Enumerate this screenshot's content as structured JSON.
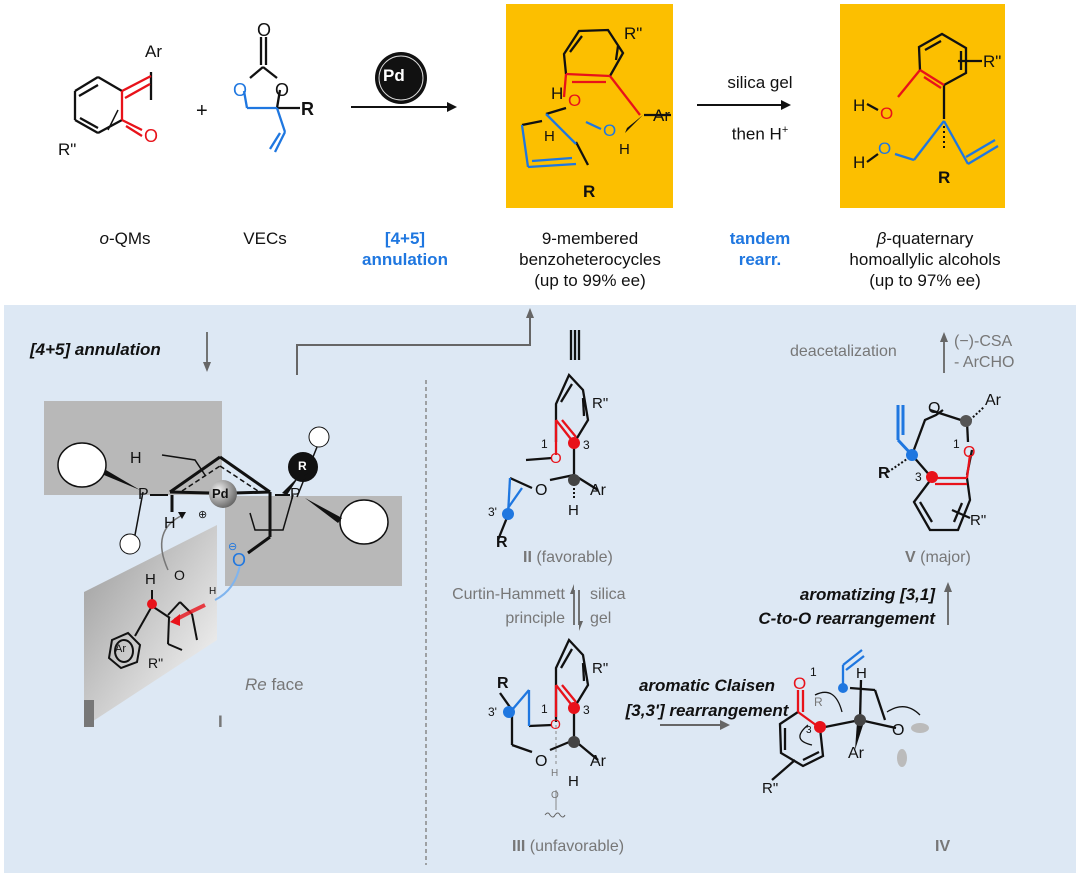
{
  "top_scheme": {
    "reactant1": {
      "label_prefix": "o",
      "label_suffix": "-QMs",
      "substituents": [
        "Ar",
        "R\"",
        "O"
      ]
    },
    "plus": "+",
    "reactant2": {
      "label": "VECs",
      "substituents": [
        "O",
        "O",
        "O",
        "R"
      ]
    },
    "catalyst": "Pd",
    "step1": {
      "line1": "[4+5]",
      "line2": "annulation"
    },
    "product1": {
      "line1": "9-membered",
      "line2": "benzoheterocycles",
      "line3": "(up to 99% ee)",
      "atoms": [
        "R\"",
        "H",
        "O",
        "H",
        "O",
        "H",
        "Ar",
        "R"
      ]
    },
    "conditions2": {
      "line1": "silica gel",
      "line2": "then H",
      "line2_sup": "+"
    },
    "step2": {
      "line1": "tandem",
      "line2": "rearr."
    },
    "product2": {
      "line1_prefix": "β",
      "line1_suffix": "-quaternary",
      "line2": "homoallylic alcohols",
      "line3": "(up to 97% ee)",
      "atoms": [
        "H",
        "O",
        "R\"",
        "H",
        "O",
        "R"
      ]
    }
  },
  "mechanism": {
    "annulation_label": "[4+5] annulation",
    "intermediate_I": {
      "label": "I",
      "atoms": [
        "H",
        "P",
        "H",
        "Pd",
        "P",
        "R",
        "O",
        "H",
        "O",
        "H",
        "Ar",
        "R\""
      ],
      "charge_plus": "⊕",
      "charge_minus": "⊖",
      "face": "Re",
      "face_suffix": " face"
    },
    "intermediate_II": {
      "numeral": "II",
      "desc": " (favorable)",
      "atoms": [
        "R\"",
        "1",
        "O",
        "3",
        "O",
        "Ar",
        "H",
        "3'",
        "R"
      ]
    },
    "equilibrium": {
      "left1": "Curtin-Hammett",
      "left2": "principle",
      "right1": "silica",
      "right2": "gel"
    },
    "intermediate_III": {
      "numeral": "III",
      "desc": " (unfavorable)",
      "atoms": [
        "R",
        "3'",
        "1",
        "O",
        "3",
        "R\"",
        "O",
        "H",
        "Ar",
        "H",
        "O"
      ]
    },
    "claisen": {
      "line1": "aromatic Claisen",
      "line2": "[3,3'] rearrangement"
    },
    "intermediate_IV": {
      "numeral": "IV",
      "atoms": [
        "O",
        "1",
        "R",
        "H",
        "3",
        "Ar",
        "O",
        "R\""
      ]
    },
    "rearr31": {
      "line1": "aromatizing [3,1]",
      "line2": "C-to-O rearrangement"
    },
    "intermediate_V": {
      "numeral": "V",
      "desc": " (major)",
      "atoms": [
        "O",
        "Ar",
        "1",
        "O",
        "R",
        "3",
        "R\""
      ]
    },
    "deacetalization": {
      "label": "deacetalization",
      "reagent1": "(−)-CSA",
      "reagent2": "- ArCHO"
    }
  },
  "colors": {
    "highlight_box": "#fcbf00",
    "panel_bg": "#dde8f4",
    "blue": "#1f77e0",
    "red": "#e8121a",
    "gray_text": "#777777"
  }
}
